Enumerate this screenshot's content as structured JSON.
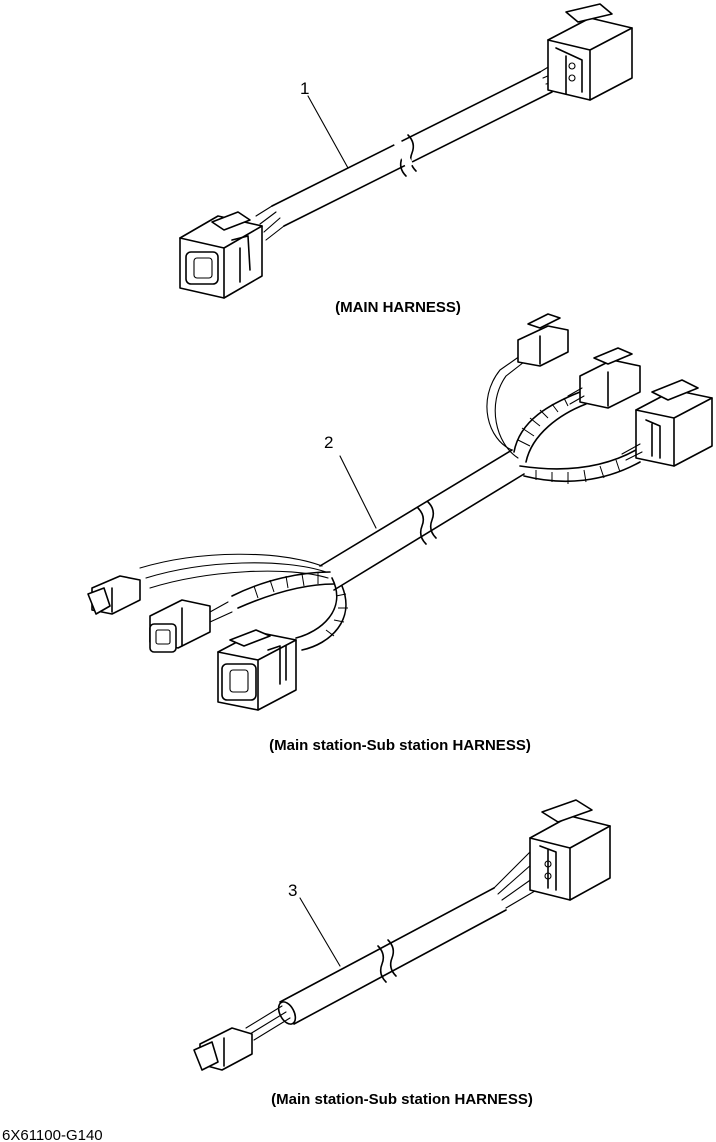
{
  "harnesses": [
    {
      "callout": "1",
      "caption": "(MAIN HARNESS)"
    },
    {
      "callout": "2",
      "caption": "(Main station-Sub station HARNESS)"
    },
    {
      "callout": "3",
      "caption": "(Main station-Sub station HARNESS)"
    }
  ],
  "figure_id": "6X61100-G140"
}
